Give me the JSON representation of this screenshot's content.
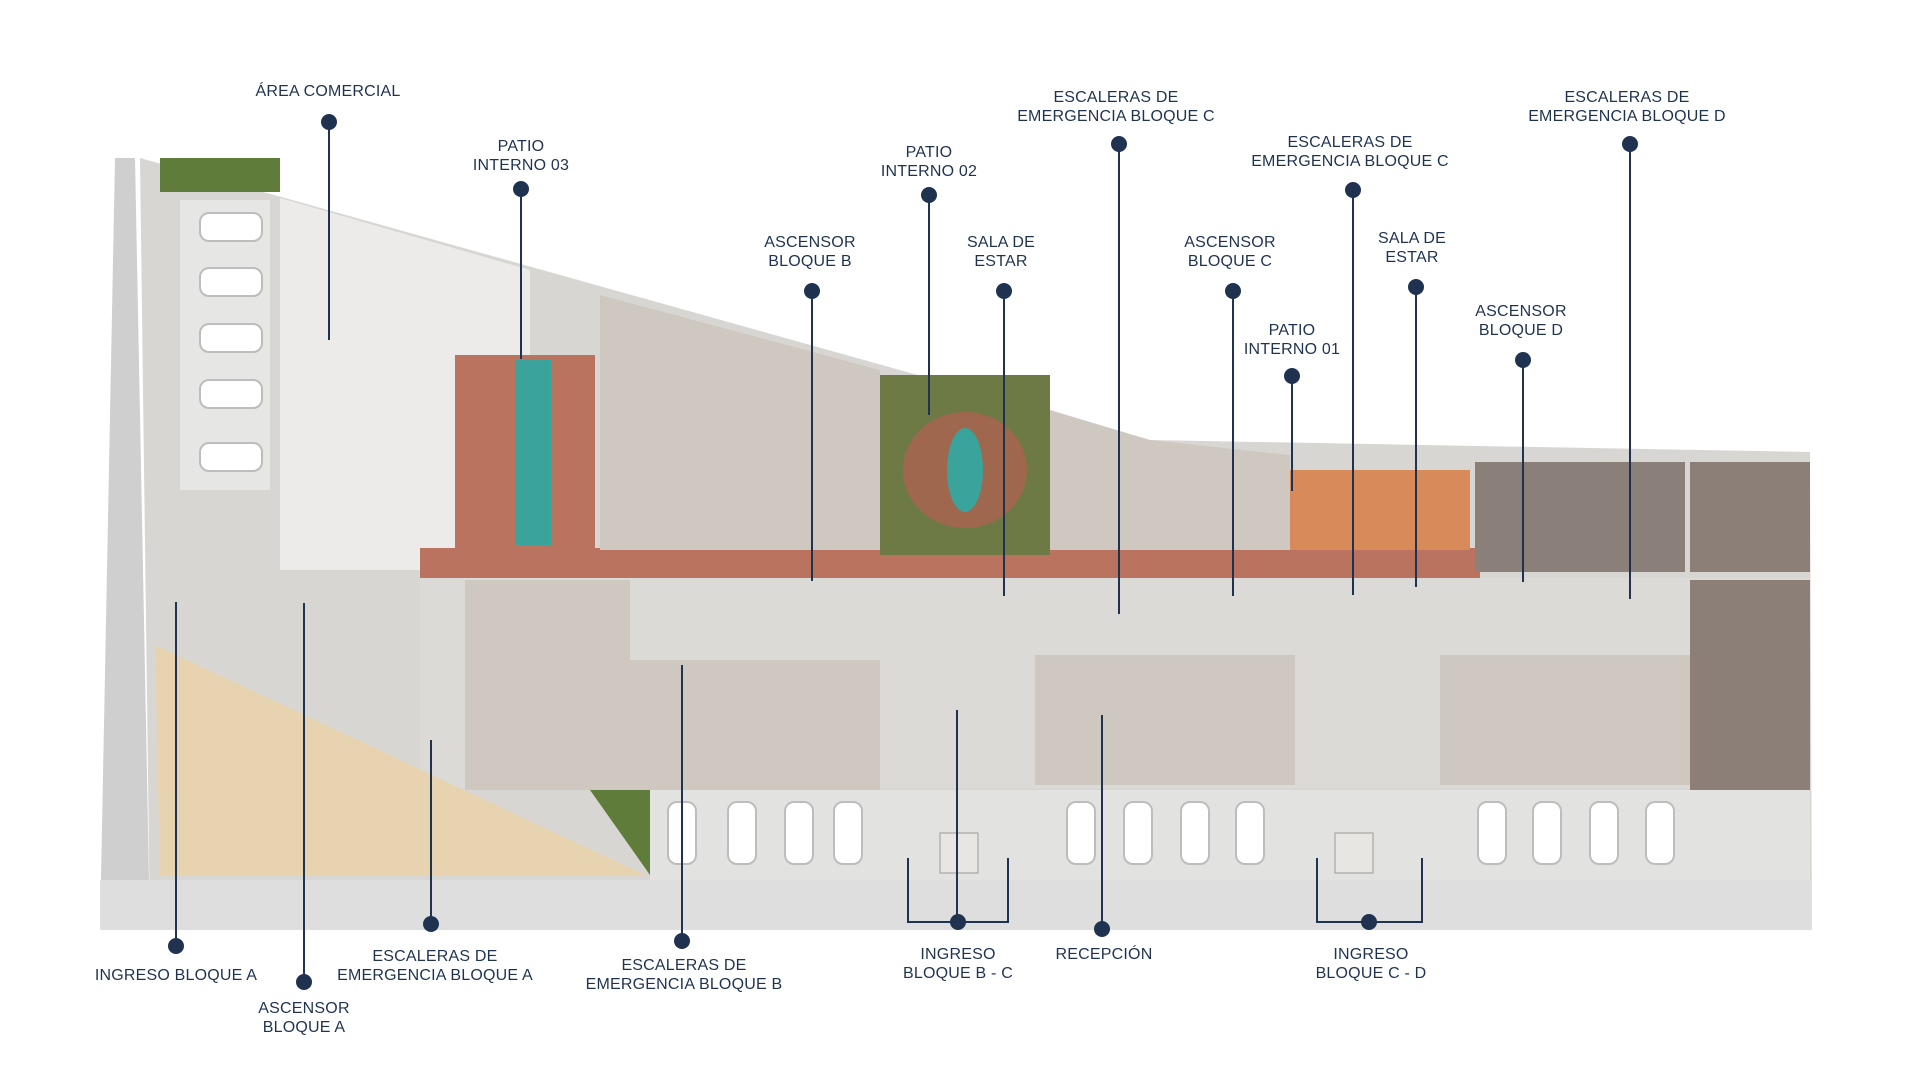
{
  "palette": {
    "accent": "#1f3350",
    "walkway": "#d9d6d3",
    "corridor_brick": "#b9735f",
    "parking": "#e2e2e0",
    "sand": "#e8d3b0",
    "pool": "#3aa39c",
    "lawn": "#5f7c3a",
    "roof": "#8b8079"
  },
  "labels": {
    "area_comercial": [
      "ÁREA COMERCIAL"
    ],
    "patio_interno_03": [
      "PATIO",
      "INTERNO 03"
    ],
    "patio_interno_02": [
      "PATIO",
      "INTERNO 02"
    ],
    "esc_emerg_c_1": [
      "ESCALERAS DE",
      "EMERGENCIA BLOQUE C"
    ],
    "esc_emerg_c_2": [
      "ESCALERAS DE",
      "EMERGENCIA BLOQUE C"
    ],
    "esc_emerg_d": [
      "ESCALERAS DE",
      "EMERGENCIA BLOQUE D"
    ],
    "ascensor_b": [
      "ASCENSOR",
      "BLOQUE B"
    ],
    "sala_estar_1": [
      "SALA DE",
      "ESTAR"
    ],
    "ascensor_c": [
      "ASCENSOR",
      "BLOQUE C"
    ],
    "sala_estar_2": [
      "SALA DE",
      "ESTAR"
    ],
    "patio_interno_01": [
      "PATIO",
      "INTERNO 01"
    ],
    "ascensor_d": [
      "ASCENSOR",
      "BLOQUE D"
    ],
    "ingreso_a": [
      "INGRESO BLOQUE A"
    ],
    "ascensor_a": [
      "ASCENSOR",
      "BLOQUE A"
    ],
    "esc_emerg_a": [
      "ESCALERAS DE",
      "EMERGENCIA BLOQUE A"
    ],
    "esc_emerg_b": [
      "ESCALERAS DE",
      "EMERGENCIA BLOQUE B"
    ],
    "ingreso_bc": [
      "INGRESO",
      "BLOQUE B - C"
    ],
    "recepcion": [
      "RECEPCIÓN"
    ],
    "ingreso_cd": [
      "INGRESO",
      "BLOQUE C - D"
    ]
  }
}
